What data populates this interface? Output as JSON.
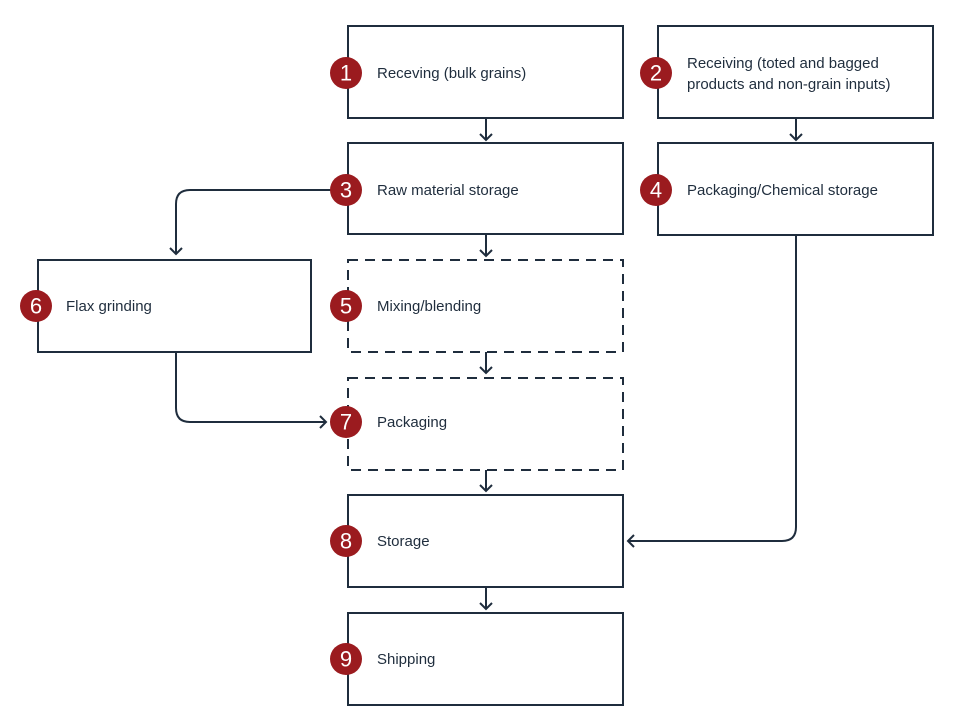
{
  "steps": [
    {
      "num": "1",
      "label": "Receving (bulk grains)"
    },
    {
      "num": "2",
      "label_line1": "Receiving (toted and bagged",
      "label_line2": "products and non-grain inputs)"
    },
    {
      "num": "3",
      "label": "Raw material storage"
    },
    {
      "num": "4",
      "label": "Packaging/Chemical storage"
    },
    {
      "num": "5",
      "label": "Mixing/blending"
    },
    {
      "num": "6",
      "label": "Flax grinding"
    },
    {
      "num": "7",
      "label": "Packaging"
    },
    {
      "num": "8",
      "label": "Storage"
    },
    {
      "num": "9",
      "label": "Shipping"
    }
  ],
  "colors": {
    "badge": "#9b1b1f",
    "line": "#1f2d3d",
    "text": "#1f2d3d"
  }
}
